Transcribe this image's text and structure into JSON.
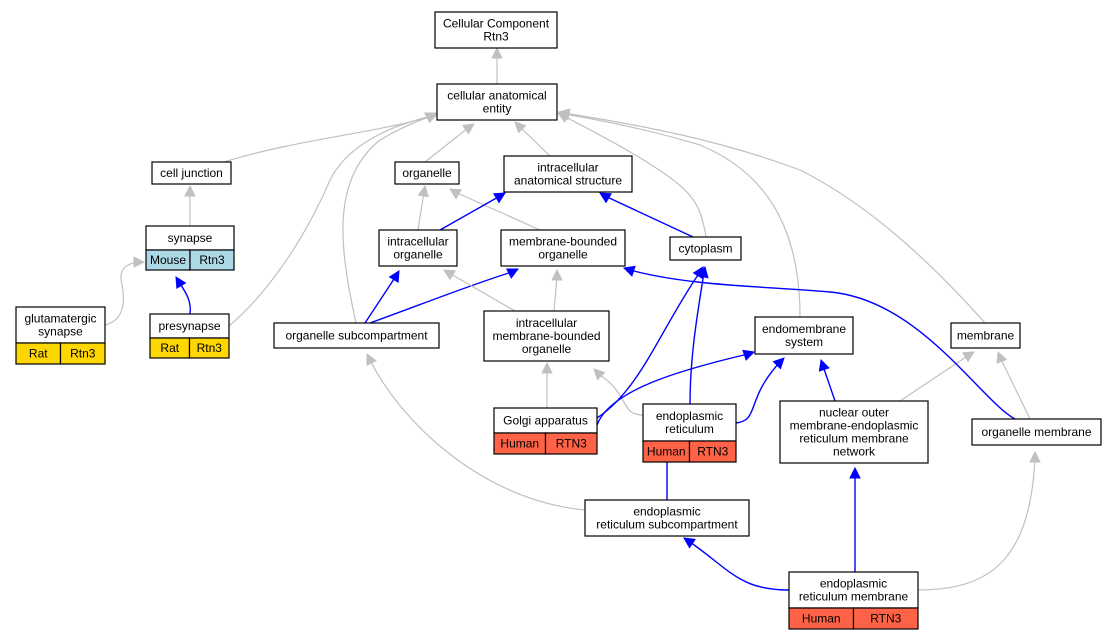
{
  "colors": {
    "rat": "#ffd700",
    "mouse": "#add8e6",
    "human": "#ff6347",
    "edge_gray": "#c0c0c0",
    "edge_blue": "#0000ff"
  },
  "nodes": {
    "root": [
      "Cellular Component",
      "Rtn3"
    ],
    "cae": [
      "cellular anatomical",
      "entity"
    ],
    "cell_junction": [
      "cell junction"
    ],
    "organelle": [
      "organelle"
    ],
    "ias": [
      "intracellular",
      "anatomical structure"
    ],
    "synapse": [
      "synapse"
    ],
    "intra_org": [
      "intracellular",
      "organelle"
    ],
    "mbo": [
      "membrane-bounded",
      "organelle"
    ],
    "cytoplasm": [
      "cytoplasm"
    ],
    "glut": [
      "glutamatergic",
      "synapse"
    ],
    "presynapse": [
      "presynapse"
    ],
    "org_sub": [
      "organelle subcompartment"
    ],
    "imbo": [
      "intracellular",
      "membrane-bounded",
      "organelle"
    ],
    "endomem": [
      "endomembrane",
      "system"
    ],
    "membrane": [
      "membrane"
    ],
    "golgi": [
      "Golgi apparatus"
    ],
    "er": [
      "endoplasmic",
      "reticulum"
    ],
    "nuclear": [
      "nuclear outer",
      "membrane-endoplasmic",
      "reticulum membrane",
      "network"
    ],
    "org_mem": [
      "organelle membrane"
    ],
    "er_sub": [
      "endoplasmic",
      "reticulum subcompartment"
    ],
    "er_mem": [
      "endoplasmic",
      "reticulum membrane"
    ]
  },
  "annotations": {
    "synapse": [
      {
        "species": "Mouse",
        "gene": "Rtn3"
      }
    ],
    "glut": [
      {
        "species": "Rat",
        "gene": "Rtn3"
      }
    ],
    "presynapse": [
      {
        "species": "Rat",
        "gene": "Rtn3"
      }
    ],
    "golgi": [
      {
        "species": "Human",
        "gene": "RTN3"
      }
    ],
    "er": [
      {
        "species": "Human",
        "gene": "RTN3"
      }
    ],
    "er_mem": [
      {
        "species": "Human",
        "gene": "RTN3"
      }
    ]
  },
  "edges": [
    {
      "from": "cae",
      "to": "root",
      "kind": "is_a"
    },
    {
      "from": "cell_junction",
      "to": "cae",
      "kind": "is_a"
    },
    {
      "from": "organelle",
      "to": "cae",
      "kind": "is_a"
    },
    {
      "from": "ias",
      "to": "cae",
      "kind": "is_a"
    },
    {
      "from": "cytoplasm",
      "to": "cae",
      "kind": "is_a"
    },
    {
      "from": "endomem",
      "to": "cae",
      "kind": "is_a"
    },
    {
      "from": "membrane",
      "to": "cae",
      "kind": "is_a"
    },
    {
      "from": "org_sub",
      "to": "cae",
      "kind": "is_a"
    },
    {
      "from": "presynapse",
      "to": "cae",
      "kind": "is_a"
    },
    {
      "from": "synapse",
      "to": "cell_junction",
      "kind": "is_a"
    },
    {
      "from": "glut",
      "to": "synapse",
      "kind": "is_a"
    },
    {
      "from": "presynapse",
      "to": "synapse",
      "kind": "part_of"
    },
    {
      "from": "intra_org",
      "to": "organelle",
      "kind": "is_a"
    },
    {
      "from": "mbo",
      "to": "organelle",
      "kind": "is_a"
    },
    {
      "from": "intra_org",
      "to": "ias",
      "kind": "part_of"
    },
    {
      "from": "cytoplasm",
      "to": "ias",
      "kind": "part_of"
    },
    {
      "from": "org_sub",
      "to": "intra_org",
      "kind": "part_of"
    },
    {
      "from": "org_sub",
      "to": "mbo",
      "kind": "part_of"
    },
    {
      "from": "imbo",
      "to": "intra_org",
      "kind": "is_a"
    },
    {
      "from": "imbo",
      "to": "mbo",
      "kind": "is_a"
    },
    {
      "from": "golgi",
      "to": "imbo",
      "kind": "is_a"
    },
    {
      "from": "er",
      "to": "imbo",
      "kind": "is_a"
    },
    {
      "from": "golgi",
      "to": "cytoplasm",
      "kind": "part_of"
    },
    {
      "from": "er",
      "to": "cytoplasm",
      "kind": "part_of"
    },
    {
      "from": "golgi",
      "to": "endomem",
      "kind": "part_of"
    },
    {
      "from": "er",
      "to": "endomem",
      "kind": "part_of"
    },
    {
      "from": "nuclear",
      "to": "endomem",
      "kind": "part_of"
    },
    {
      "from": "nuclear",
      "to": "membrane",
      "kind": "is_a"
    },
    {
      "from": "org_mem",
      "to": "membrane",
      "kind": "is_a"
    },
    {
      "from": "org_mem",
      "to": "mbo",
      "kind": "part_of"
    },
    {
      "from": "er_sub",
      "to": "er",
      "kind": "part_of"
    },
    {
      "from": "er_sub",
      "to": "org_sub",
      "kind": "is_a"
    },
    {
      "from": "er_mem",
      "to": "er_sub",
      "kind": "part_of"
    },
    {
      "from": "er_mem",
      "to": "nuclear",
      "kind": "part_of"
    },
    {
      "from": "er_mem",
      "to": "org_mem",
      "kind": "is_a"
    }
  ]
}
